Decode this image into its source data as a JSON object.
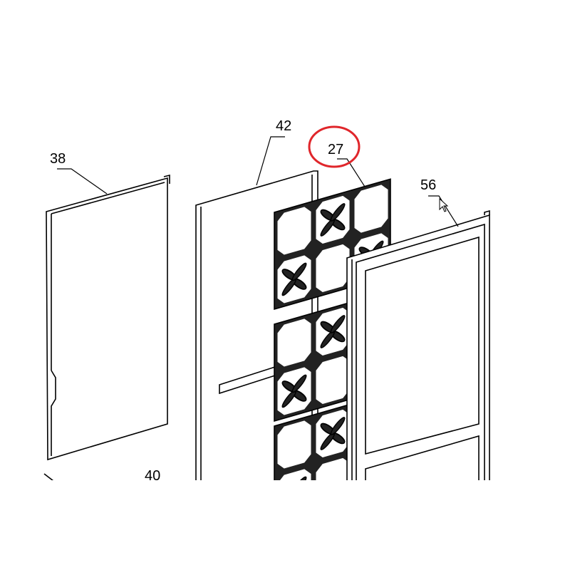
{
  "callouts": {
    "part_38": "38",
    "part_42": "42",
    "part_27": "27",
    "part_56": "56",
    "part_40": "40"
  },
  "highlight": {
    "part": "27",
    "color": "#e0262b"
  },
  "colors": {
    "line": "#000000",
    "background": "#ffffff"
  }
}
